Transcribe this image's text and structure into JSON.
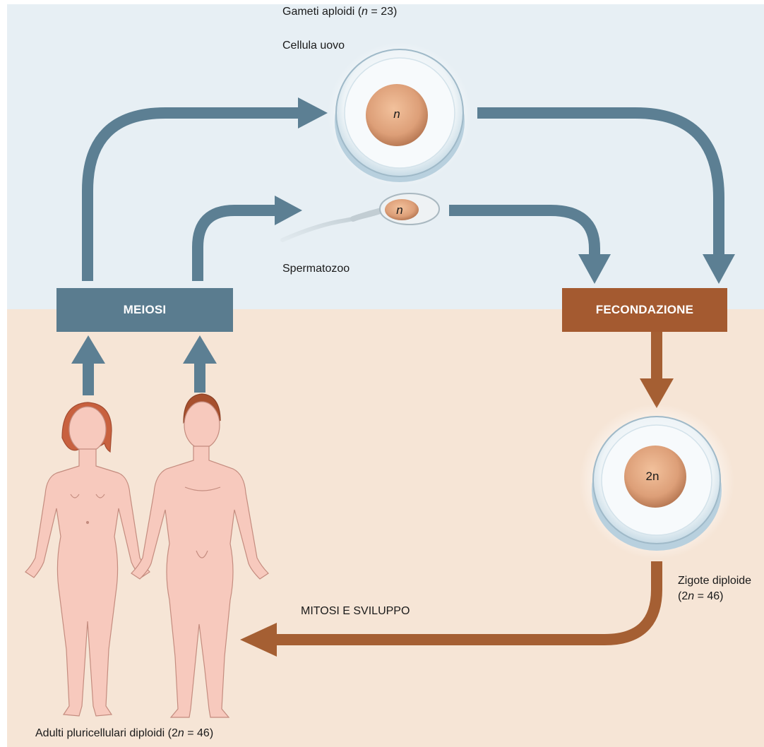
{
  "colors": {
    "top_bg": "#e7eff4",
    "bottom_bg": "#f6e5d6",
    "blue_arrow": "#5c7f93",
    "brown_arrow": "#a55f33",
    "meiosi_box": "#5a7c8f",
    "fecondazione_box": "#a45a30",
    "skin": "#f7c9bd",
    "hair_female": "#c8613f",
    "hair_male": "#a7502e",
    "nucleus": "#e2a77f"
  },
  "labels": {
    "gametes_prefix": "Gameti aploidi (",
    "gametes_n": "n",
    "gametes_suffix": " = 23)",
    "egg": "Cellula uovo",
    "sperm": "Spermatozoo",
    "egg_nucleus": "n",
    "sperm_nucleus": "n",
    "zygote_nucleus": "2n",
    "meiosi": "MEIOSI",
    "fecondazione": "FECONDAZIONE",
    "zygote_line1": "Zigote diploide",
    "zygote_line2_prefix": "(2",
    "zygote_line2_n": "n",
    "zygote_line2_suffix": " = 46)",
    "mitosis": "MITOSI E SVILUPPO",
    "adults_prefix": "Adulti pluricellulari diploidi (2",
    "adults_n": "n",
    "adults_suffix": " = 46)"
  },
  "icons": [
    "egg-cell-icon",
    "sperm-cell-icon",
    "zygote-cell-icon",
    "female-figure-icon",
    "male-figure-icon"
  ]
}
